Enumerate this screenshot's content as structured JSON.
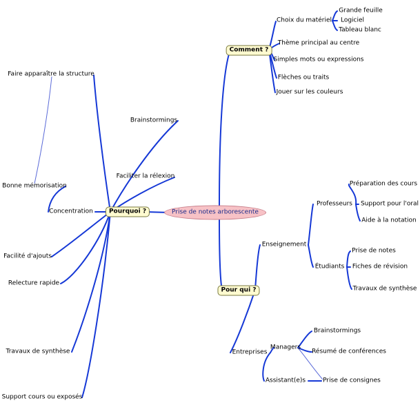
{
  "center": "Prise de notes arborescente",
  "branches": {
    "comment": "Comment ?",
    "pourquoi": "Pourquoi ?",
    "pour_qui": "Pour qui ?"
  },
  "comment": {
    "choix": "Choix du matériel",
    "grande_feuille": "Grande feuille",
    "logiciel": "Logiciel",
    "tableau_blanc": "Tableau blanc",
    "theme": "Thème principal au centre",
    "simples_mots": "Simples mots ou expressions",
    "fleches": "Flèches ou traits",
    "couleurs": "Jouer sur les couleurs"
  },
  "pourquoi": {
    "brainstormings": "Brainstormings",
    "faciliter": "Faciliter la rélexion",
    "faire_apparaitre": "Faire apparaître la structure",
    "bonne_memorisation": "Bonne mémorisation",
    "concentration": "Concentration",
    "facilite_ajouts": "Facilité d'ajouts",
    "relecture": "Relecture rapide",
    "travaux": "Travaux de synthèse",
    "support": "Support cours ou exposés"
  },
  "pour_qui": {
    "enseignement": "Enseignement",
    "professeurs": "Professeurs",
    "preparation": "Préparation des cours",
    "support_oral": "Support pour l'oral",
    "aide_notation": "Aide à la notation",
    "etudiants": "Étudiants",
    "prise_notes": "Prise de notes",
    "fiches": "Fiches de révision",
    "travaux": "Travaux de synthèse",
    "entreprises": "Entreprises",
    "managers": "Managers",
    "brainstormings": "Brainstormings",
    "resume": "Résumé de conférences",
    "assistants": "Assistant(e)s",
    "prise_consignes": "Prise de consignes"
  },
  "colors": {
    "branch_line": "#1538d6",
    "link_line": "#5a6ad8",
    "center_fill": "#f7c2c6",
    "main_fill": "#fffbd0"
  }
}
